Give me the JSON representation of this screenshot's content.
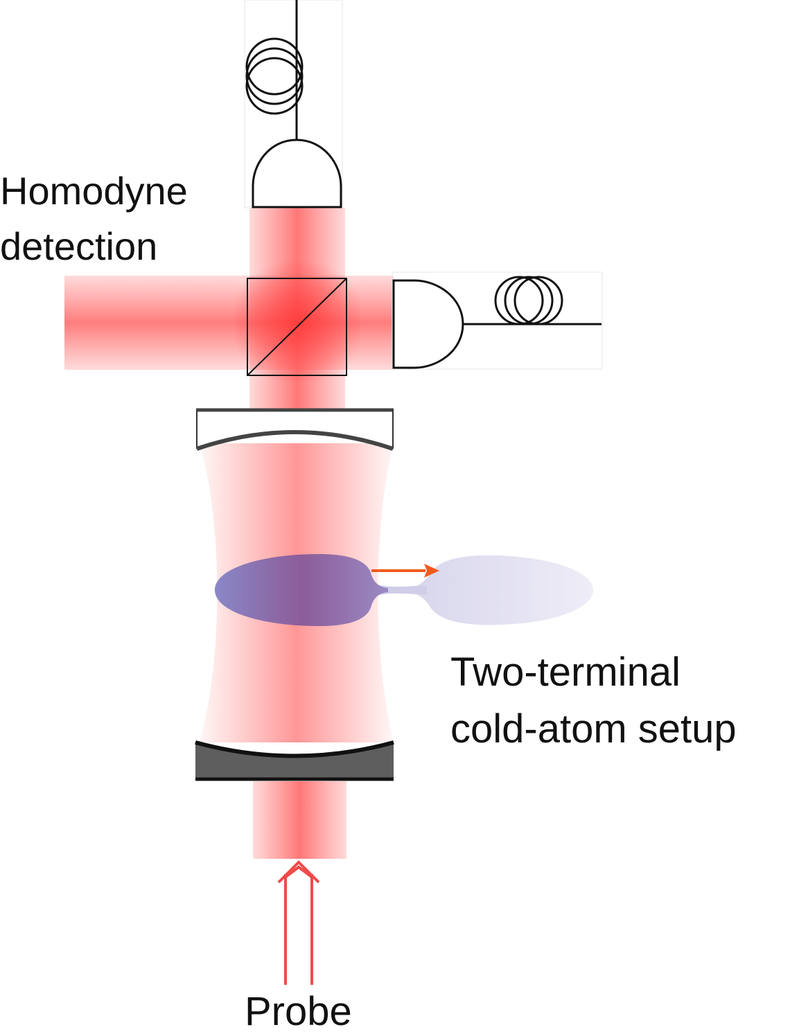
{
  "labels": {
    "homodyne_line1": "Homodyne",
    "homodyne_line2": "detection",
    "setup_line1": "Two-terminal",
    "setup_line2": "cold-atom setup",
    "probe": "Probe"
  },
  "icons": [
    "fiber-coil-icon",
    "photodetector-icon",
    "beam-splitter-icon",
    "cavity-mirror-icon",
    "atom-cloud-icon",
    "probe-arrow-icon"
  ],
  "colors": {
    "beam": "#ff4a4a",
    "probe_arrow": "#f04a4a",
    "flow_arrow": "#f05a1e",
    "atom_cloud": "#7a68ae",
    "atom_reservoir": "#e4e2f2",
    "mirror_dark": "#5c5c5c",
    "line": "#111111"
  }
}
